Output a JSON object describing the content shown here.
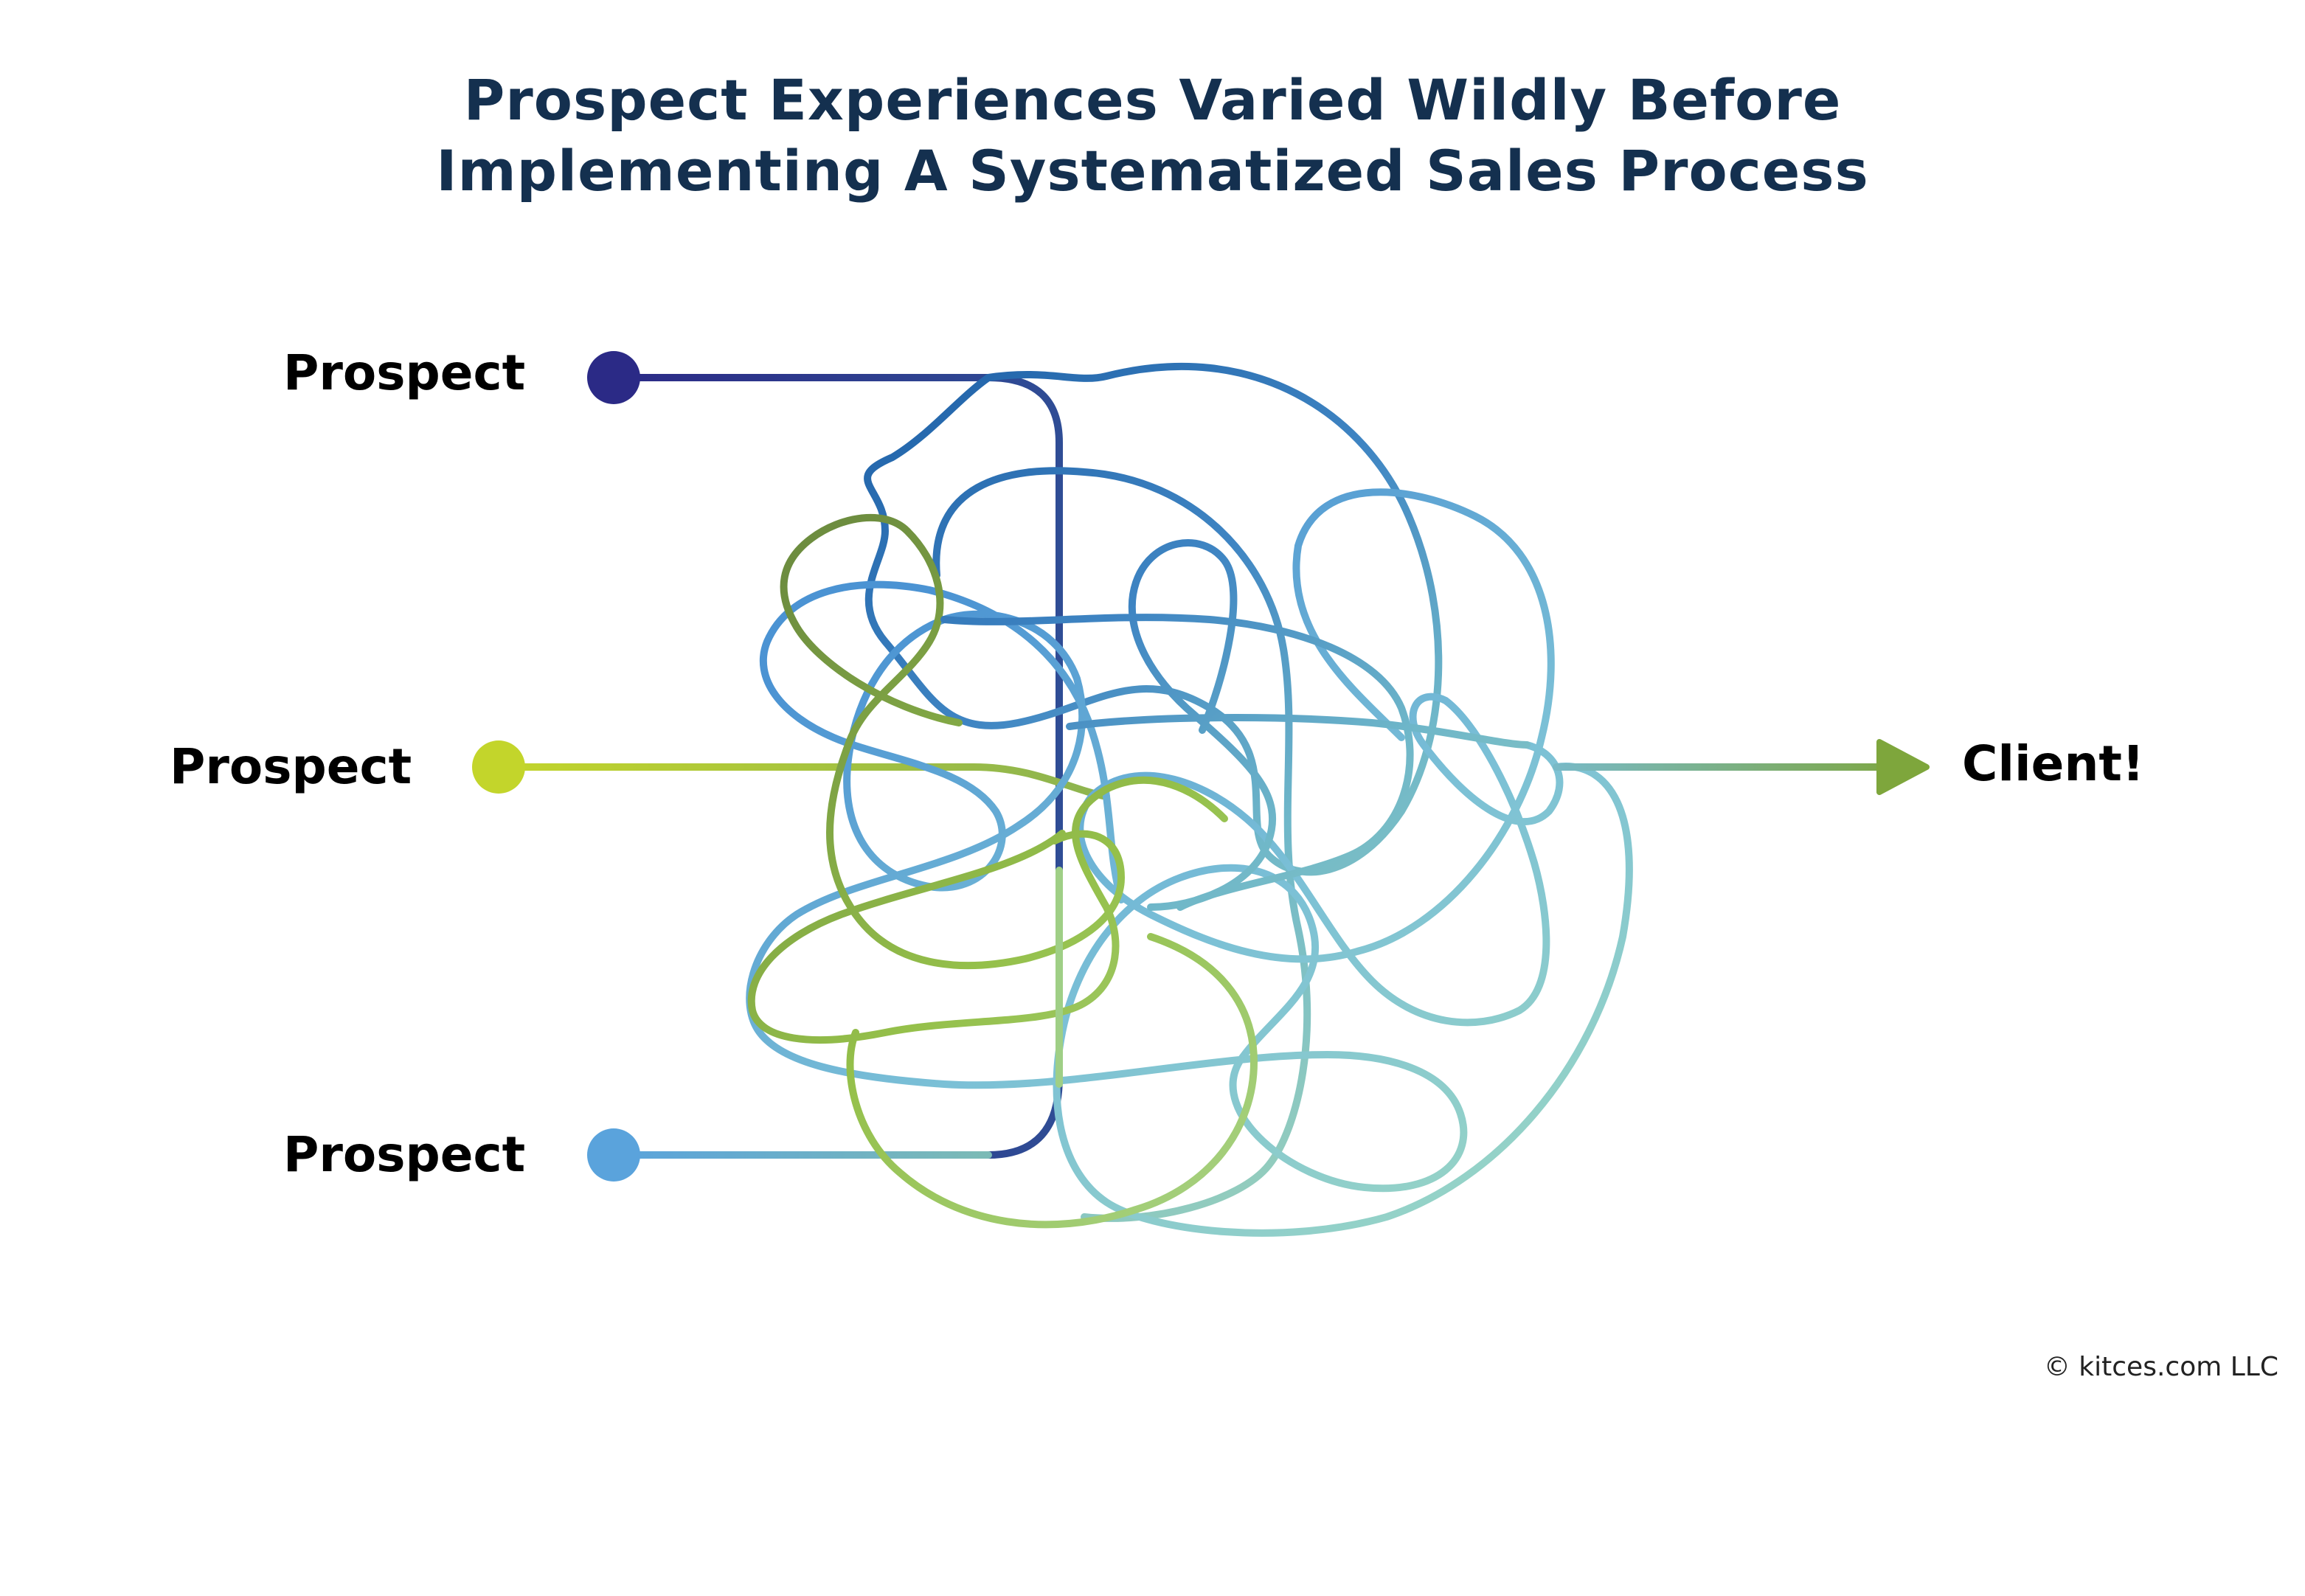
{
  "title": {
    "line1": "Prospect Experiences Varied Wildly Before",
    "line2": "Implementing A Systematized Sales Process"
  },
  "nodes": {
    "prospect_top": {
      "label": "Prospect",
      "color": "#2b2a86"
    },
    "prospect_middle": {
      "label": "Prospect",
      "color": "#c3d52b"
    },
    "prospect_bottom": {
      "label": "Prospect",
      "color": "#5aa3dc"
    },
    "client": {
      "label": "Client!",
      "color": "#7ea63c"
    }
  },
  "colors": {
    "tangle_blue": "#1f62a6",
    "tangle_lightblue": "#5ba7db",
    "tangle_cyan": "#8fd3cc",
    "tangle_green": "#9dc853",
    "tangle_darkgreen": "#6c8f4c"
  },
  "footer": {
    "copyright": "© kitces.com LLC"
  }
}
